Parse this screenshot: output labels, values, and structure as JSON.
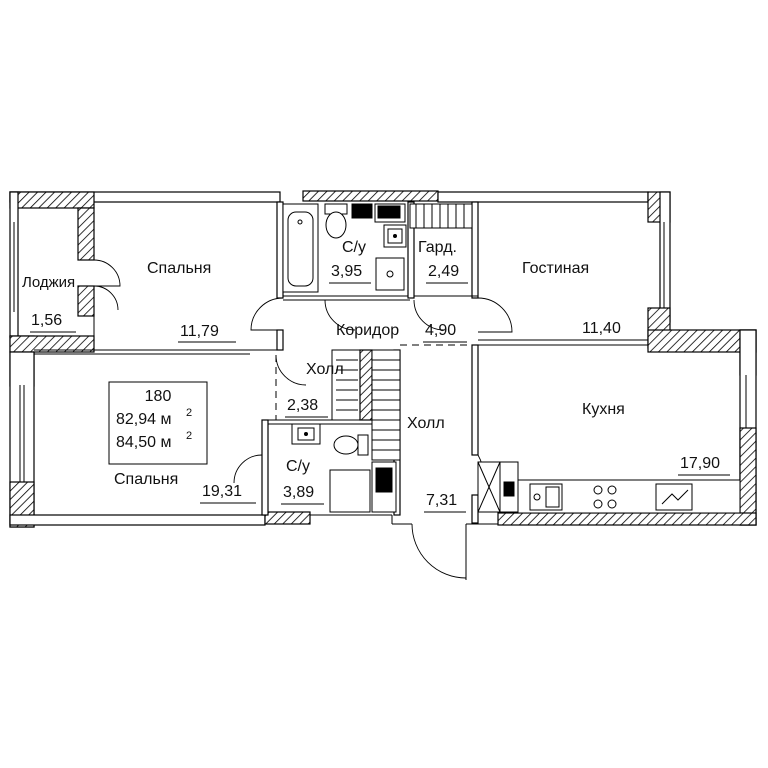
{
  "apartment": {
    "number": "180",
    "area_living": "82,94 м",
    "area_total": "84,50 м",
    "superscript": "2"
  },
  "rooms": [
    {
      "id": "loggia",
      "name": "Лоджия",
      "area": "1,56"
    },
    {
      "id": "bedroom1",
      "name": "Спальня",
      "area": "11,79"
    },
    {
      "id": "bath1",
      "name": "С/у",
      "area": "3,95"
    },
    {
      "id": "wardrobe",
      "name": "Гард.",
      "area": "2,49"
    },
    {
      "id": "living",
      "name": "Гостиная",
      "area": "11,40"
    },
    {
      "id": "corridor",
      "name": "Коридор",
      "area": "4,90"
    },
    {
      "id": "hall1",
      "name": "Холл",
      "area": "2,38"
    },
    {
      "id": "bedroom2",
      "name": "Спальня",
      "area": "19,31"
    },
    {
      "id": "bath2",
      "name": "С/у",
      "area": "3,89"
    },
    {
      "id": "hall2",
      "name": "Холл",
      "area": "7,31"
    },
    {
      "id": "kitchen",
      "name": "Кухня",
      "area": "17,90"
    }
  ]
}
